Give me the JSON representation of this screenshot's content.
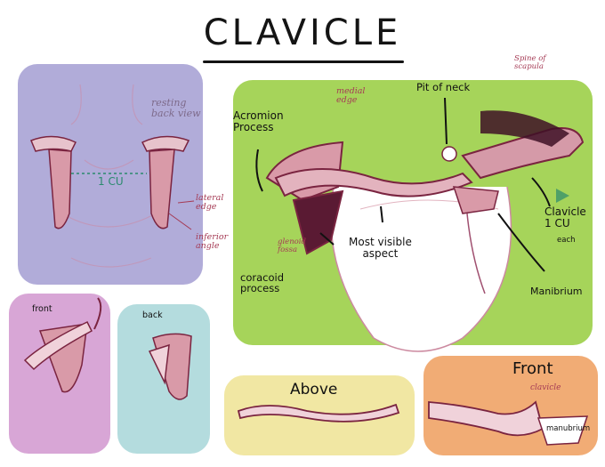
{
  "title": "CLAVICLE",
  "back_panel": {
    "resting_back_view": "resting\nback view",
    "cu_measure": "1 CU",
    "lateral_edge": "lateral\nedge",
    "inferior_angle": "inferior\nangle"
  },
  "main_panel": {
    "acromion_process": "Acromion\nProcess",
    "medial_edge": "medial\nedge",
    "pit_of_neck": "Pit of neck",
    "spine_of_scapula": "Spine of\nscapula",
    "glenoid_fossa": "glenoid\nfossa",
    "coracoid_process": "coracoid\nprocess",
    "most_visible_aspect": "Most visible\naspect",
    "clavicle_cu": "Clavicle\n1 CU",
    "each": "each",
    "manubrium": "Manibrium"
  },
  "front_panel": {
    "label": "front"
  },
  "back_small_panel": {
    "label": "back"
  },
  "above_panel": {
    "label": "Above"
  },
  "front_clav_panel": {
    "label": "Front",
    "clavicle": "clavicle",
    "manubrium": "manubrium"
  },
  "colors": {
    "purple_panel": "#b1acd9",
    "green_panel": "#a6d45a",
    "pink_panel": "#d8a6d6",
    "cyan_panel": "#b4dcde",
    "yellow_panel": "#f1e7a3",
    "orange_panel": "#f1ac75",
    "bone_pink": "#cf8e9a",
    "bone_dark": "#7a2440",
    "text_red": "#a53b55"
  }
}
